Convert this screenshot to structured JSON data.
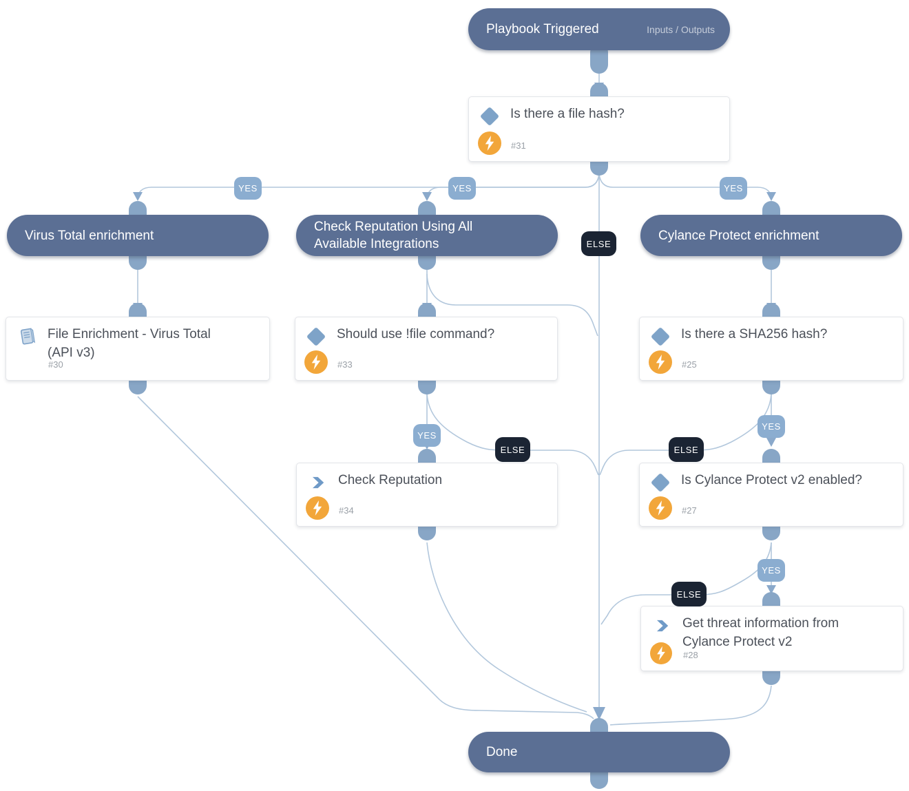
{
  "trigger": {
    "title": "Playbook Triggered",
    "meta": "Inputs / Outputs"
  },
  "labels": {
    "yes": "YES",
    "else": "ELSE"
  },
  "sections": {
    "virus_total": {
      "title": "Virus Total enrichment"
    },
    "check_reputation": {
      "title": "Check Reputation Using All Available Integrations"
    },
    "cylance": {
      "title": "Cylance Protect enrichment"
    },
    "done": {
      "title": "Done"
    }
  },
  "tasks": {
    "t31": {
      "title": "Is there a file hash?",
      "number": "#31",
      "icon": "condition-diamond"
    },
    "t30": {
      "title": "File Enrichment - Virus Total (API v3)",
      "number": "#30",
      "icon": "sub-playbook-book"
    },
    "t33": {
      "title": "Should use !file command?",
      "number": "#33",
      "icon": "condition-diamond"
    },
    "t25": {
      "title": "Is there a SHA256 hash?",
      "number": "#25",
      "icon": "condition-diamond"
    },
    "t34": {
      "title": "Check Reputation",
      "number": "#34",
      "icon": "task-chevron"
    },
    "t27": {
      "title": "Is Cylance Protect v2 enabled?",
      "number": "#27",
      "icon": "condition-diamond"
    },
    "t28": {
      "title": "Get threat information from Cylance Protect v2",
      "number": "#28",
      "icon": "task-chevron"
    }
  },
  "colors": {
    "header_pill": "#5b6f94",
    "edge_line": "#b2c7dc",
    "connector": "#88a6c6",
    "yes_badge": "#8badd0",
    "else_badge": "#1b2433",
    "condition_icon": "#7ea3c8",
    "automation_bolt": "#f2a63a",
    "card_border": "#e3e5e9",
    "title_text": "#4b5059"
  }
}
